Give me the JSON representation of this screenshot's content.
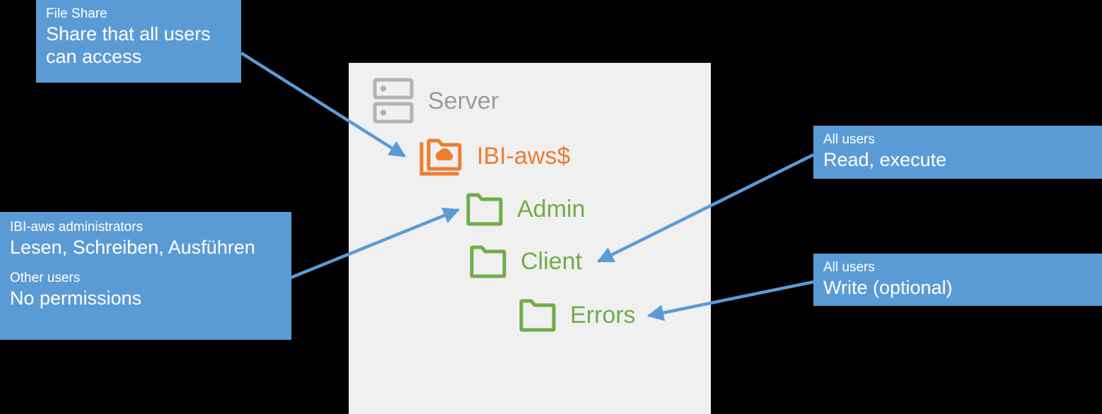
{
  "diagram": {
    "accent_blue": "#5b9bd5",
    "folder_green": "#70ad47",
    "share_orange": "#ed7d31",
    "server_gray": "#9b9b9b",
    "panel_bg": "#f0f0f0",
    "canvas_bg": "#000000"
  },
  "panel": {
    "nodes": [
      {
        "id": "server",
        "label": "Server",
        "icon": "server-icon",
        "color": "#9b9b9b"
      },
      {
        "id": "share",
        "label": "IBI-aws$",
        "icon": "shared-folder-cloud-icon",
        "color": "#ed7d31"
      },
      {
        "id": "admin",
        "label": "Admin",
        "icon": "folder-icon",
        "color": "#70ad47"
      },
      {
        "id": "client",
        "label": "Client",
        "icon": "folder-icon",
        "color": "#70ad47"
      },
      {
        "id": "errors",
        "label": "Errors",
        "icon": "folder-icon",
        "color": "#70ad47"
      }
    ]
  },
  "callouts": [
    {
      "id": "file-share",
      "head": "File Share",
      "body": "Share that all users\ncan access",
      "body_line1": "Share that all users",
      "body_line2": "can access",
      "target": "IBI-aws$"
    },
    {
      "id": "admin-permissions",
      "head": "IBI-aws administrators",
      "body": "Lesen, Schreiben, Ausführen",
      "head2": "Other users",
      "body2": "No permissions",
      "target": "Admin"
    },
    {
      "id": "all-users-read",
      "head": "All users",
      "body": "Read, execute",
      "target": "Client"
    },
    {
      "id": "all-users-write",
      "head": "All users",
      "body": "Write (optional)",
      "target": "Errors"
    }
  ],
  "arrows": [
    {
      "id": "arrow-to-share",
      "from": "file-share",
      "to": "IBI-aws$",
      "direction": "down-right"
    },
    {
      "id": "arrow-to-admin",
      "from": "admin-permissions",
      "to": "Admin",
      "direction": "up-right"
    },
    {
      "id": "arrow-to-client",
      "from": "all-users-read",
      "to": "Client",
      "direction": "down-left"
    },
    {
      "id": "arrow-to-errors",
      "from": "all-users-write",
      "to": "Errors",
      "direction": "down-left"
    }
  ]
}
